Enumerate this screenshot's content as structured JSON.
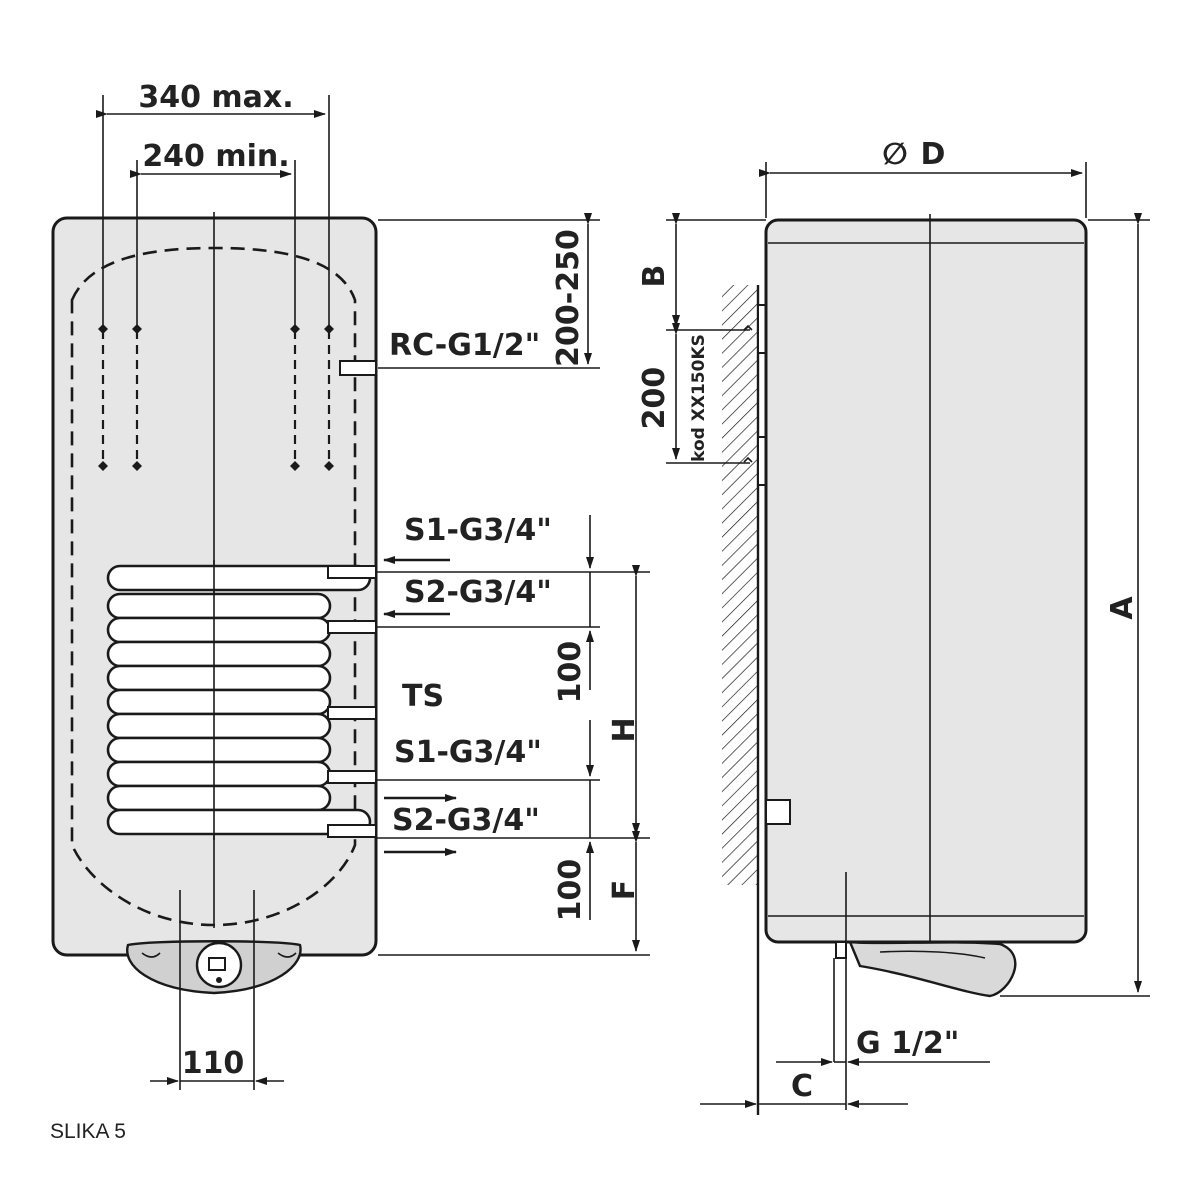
{
  "front_view": {
    "width_max": "340 max.",
    "width_min": "240 min.",
    "top_offset": "200-250",
    "rc_connection": "RC-G1/2\"",
    "upper_s1": "S1-G3/4\"",
    "upper_s2": "S2-G3/4\"",
    "spacing_upper": "100",
    "sensor": "TS",
    "lower_s1": "S1-G3/4\"",
    "lower_s2": "S2-G3/4\"",
    "spacing_lower": "100",
    "dim_h": "H",
    "dim_f": "F",
    "bottom_width": "110"
  },
  "side_view": {
    "diameter": "D",
    "diameter_symbol": "∅",
    "dim_b": "B",
    "bracket_spacing": "200",
    "bracket_code": "kod XX150KS",
    "dim_a": "A",
    "drain": "G 1/2\"",
    "dim_c": "C"
  },
  "caption": "SLIKA 5"
}
